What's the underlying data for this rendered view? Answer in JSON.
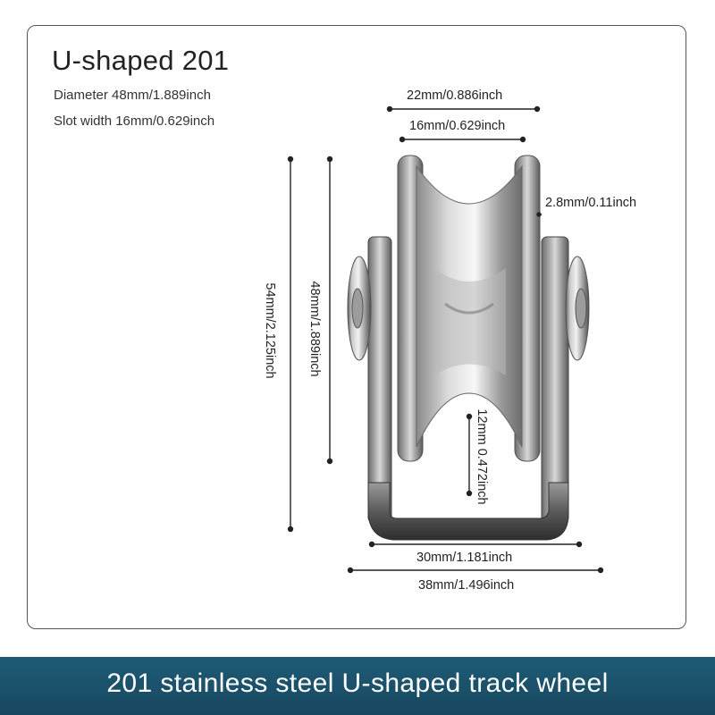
{
  "product": {
    "title": "U-shaped 201",
    "specs": [
      "Diameter 48mm/1.889inch",
      "Slot width 16mm/0.629inch"
    ]
  },
  "dimensions": {
    "outer_width_top": "22mm/0.886inch",
    "slot_width": "16mm/0.629inch",
    "flange_thickness": "2.8mm/0.11inch",
    "total_height": "54mm/2.125inch",
    "wheel_diameter": "48mm/1.889inch",
    "groove_depth": "12mm 0.472inch",
    "bracket_inner_width": "30mm/1.181inch",
    "bracket_outer_width": "38mm/1.496inch"
  },
  "banner": {
    "caption": "201 stainless steel U-shaped track wheel",
    "color": "#1c5470"
  }
}
